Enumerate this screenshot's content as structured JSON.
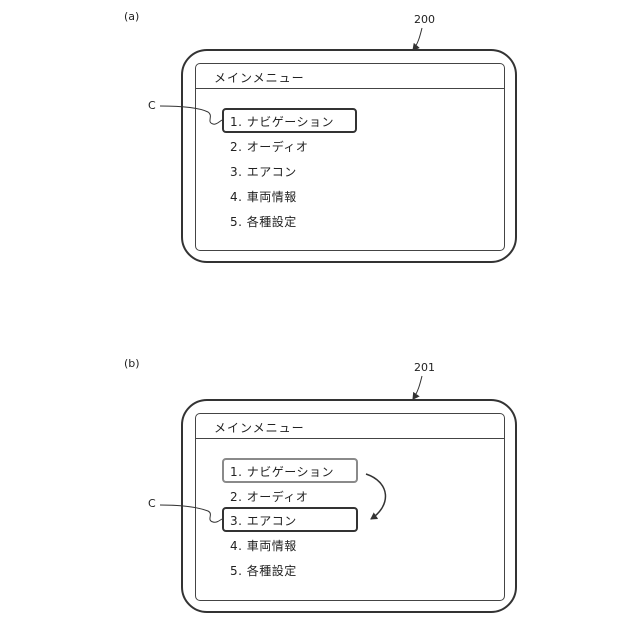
{
  "figures": [
    {
      "label": "(a)",
      "ref": "200",
      "title": "メインメニュー",
      "cursor_label": "C",
      "items": [
        "1. ナビゲーション",
        "2. オーディオ",
        "3. エアコン",
        "4. 車両情報",
        "5. 各種設定"
      ],
      "selected_index": 0
    },
    {
      "label": "(b)",
      "ref": "201",
      "title": "メインメニュー",
      "cursor_label": "C",
      "items": [
        "1. ナビゲーション",
        "2. オーディオ",
        "3. エアコン",
        "4. 車両情報",
        "5. 各種設定"
      ],
      "previous_index": 0,
      "selected_index": 2
    }
  ]
}
